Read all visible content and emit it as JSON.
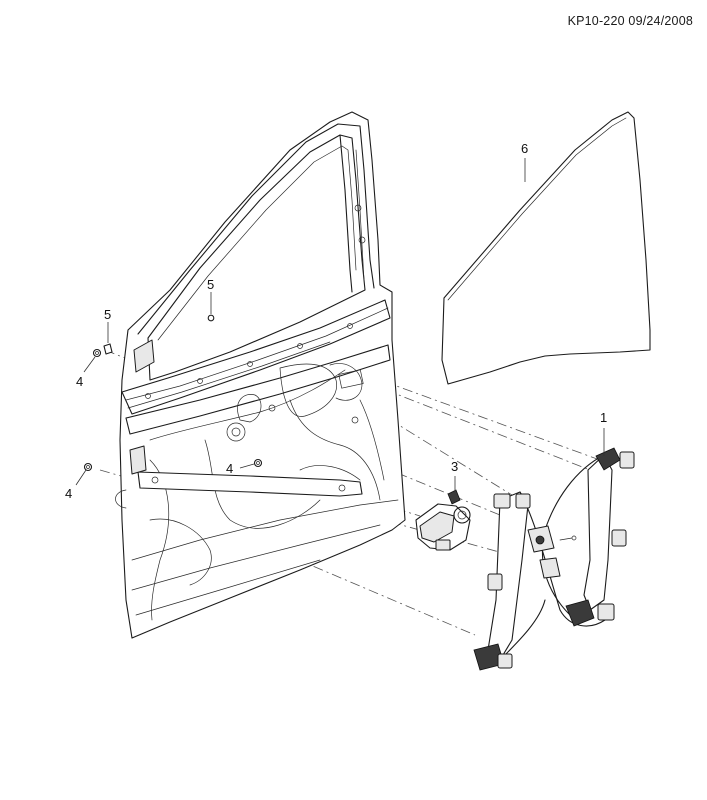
{
  "document_id": "KP10-220 09/24/2008",
  "callouts": [
    {
      "id": "1",
      "part": "regulator"
    },
    {
      "id": "3",
      "part": "motor"
    },
    {
      "id": "6",
      "part": "window-glass"
    },
    {
      "id": "5",
      "part": "fastener-upper"
    },
    {
      "id": "5",
      "part": "fastener-left"
    },
    {
      "id": "4",
      "part": "nut-upper-left"
    },
    {
      "id": "4",
      "part": "nut-lower-left"
    },
    {
      "id": "4",
      "part": "nut-middle"
    }
  ]
}
